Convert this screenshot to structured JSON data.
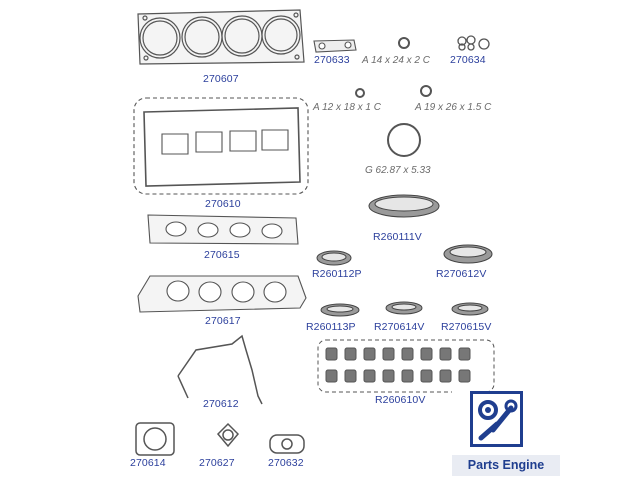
{
  "parts": {
    "p270607": "270607",
    "p270633": "270633",
    "p270634": "270634",
    "p270610": "270610",
    "p270615": "270615",
    "p270617": "270617",
    "p270612": "270612",
    "p270614": "270614",
    "p270627": "270627",
    "p270632": "270632",
    "r260111v": "R260111V",
    "r260112p": "R260112P",
    "r270612v": "R270612V",
    "r260113p": "R260113P",
    "r270614v": "R270614V",
    "r270615v": "R270615V",
    "r260610v": "R260610V"
  },
  "dimensions": {
    "a14": "A 14 x 24 x 2 C",
    "a12": "A 12 x 18 x 1 C",
    "a19": "A 19 x 26 x 1.5 C",
    "g62": "G 62.87 x 5.33"
  },
  "brand": {
    "name": "Parts Engine",
    "logo_color": "#1f3e8f",
    "logo_icon": "wrench-gear-icon"
  },
  "colors": {
    "label_blue": "#2b3f9c",
    "line": "#555555",
    "seal_fill": "#9a9a9a"
  }
}
